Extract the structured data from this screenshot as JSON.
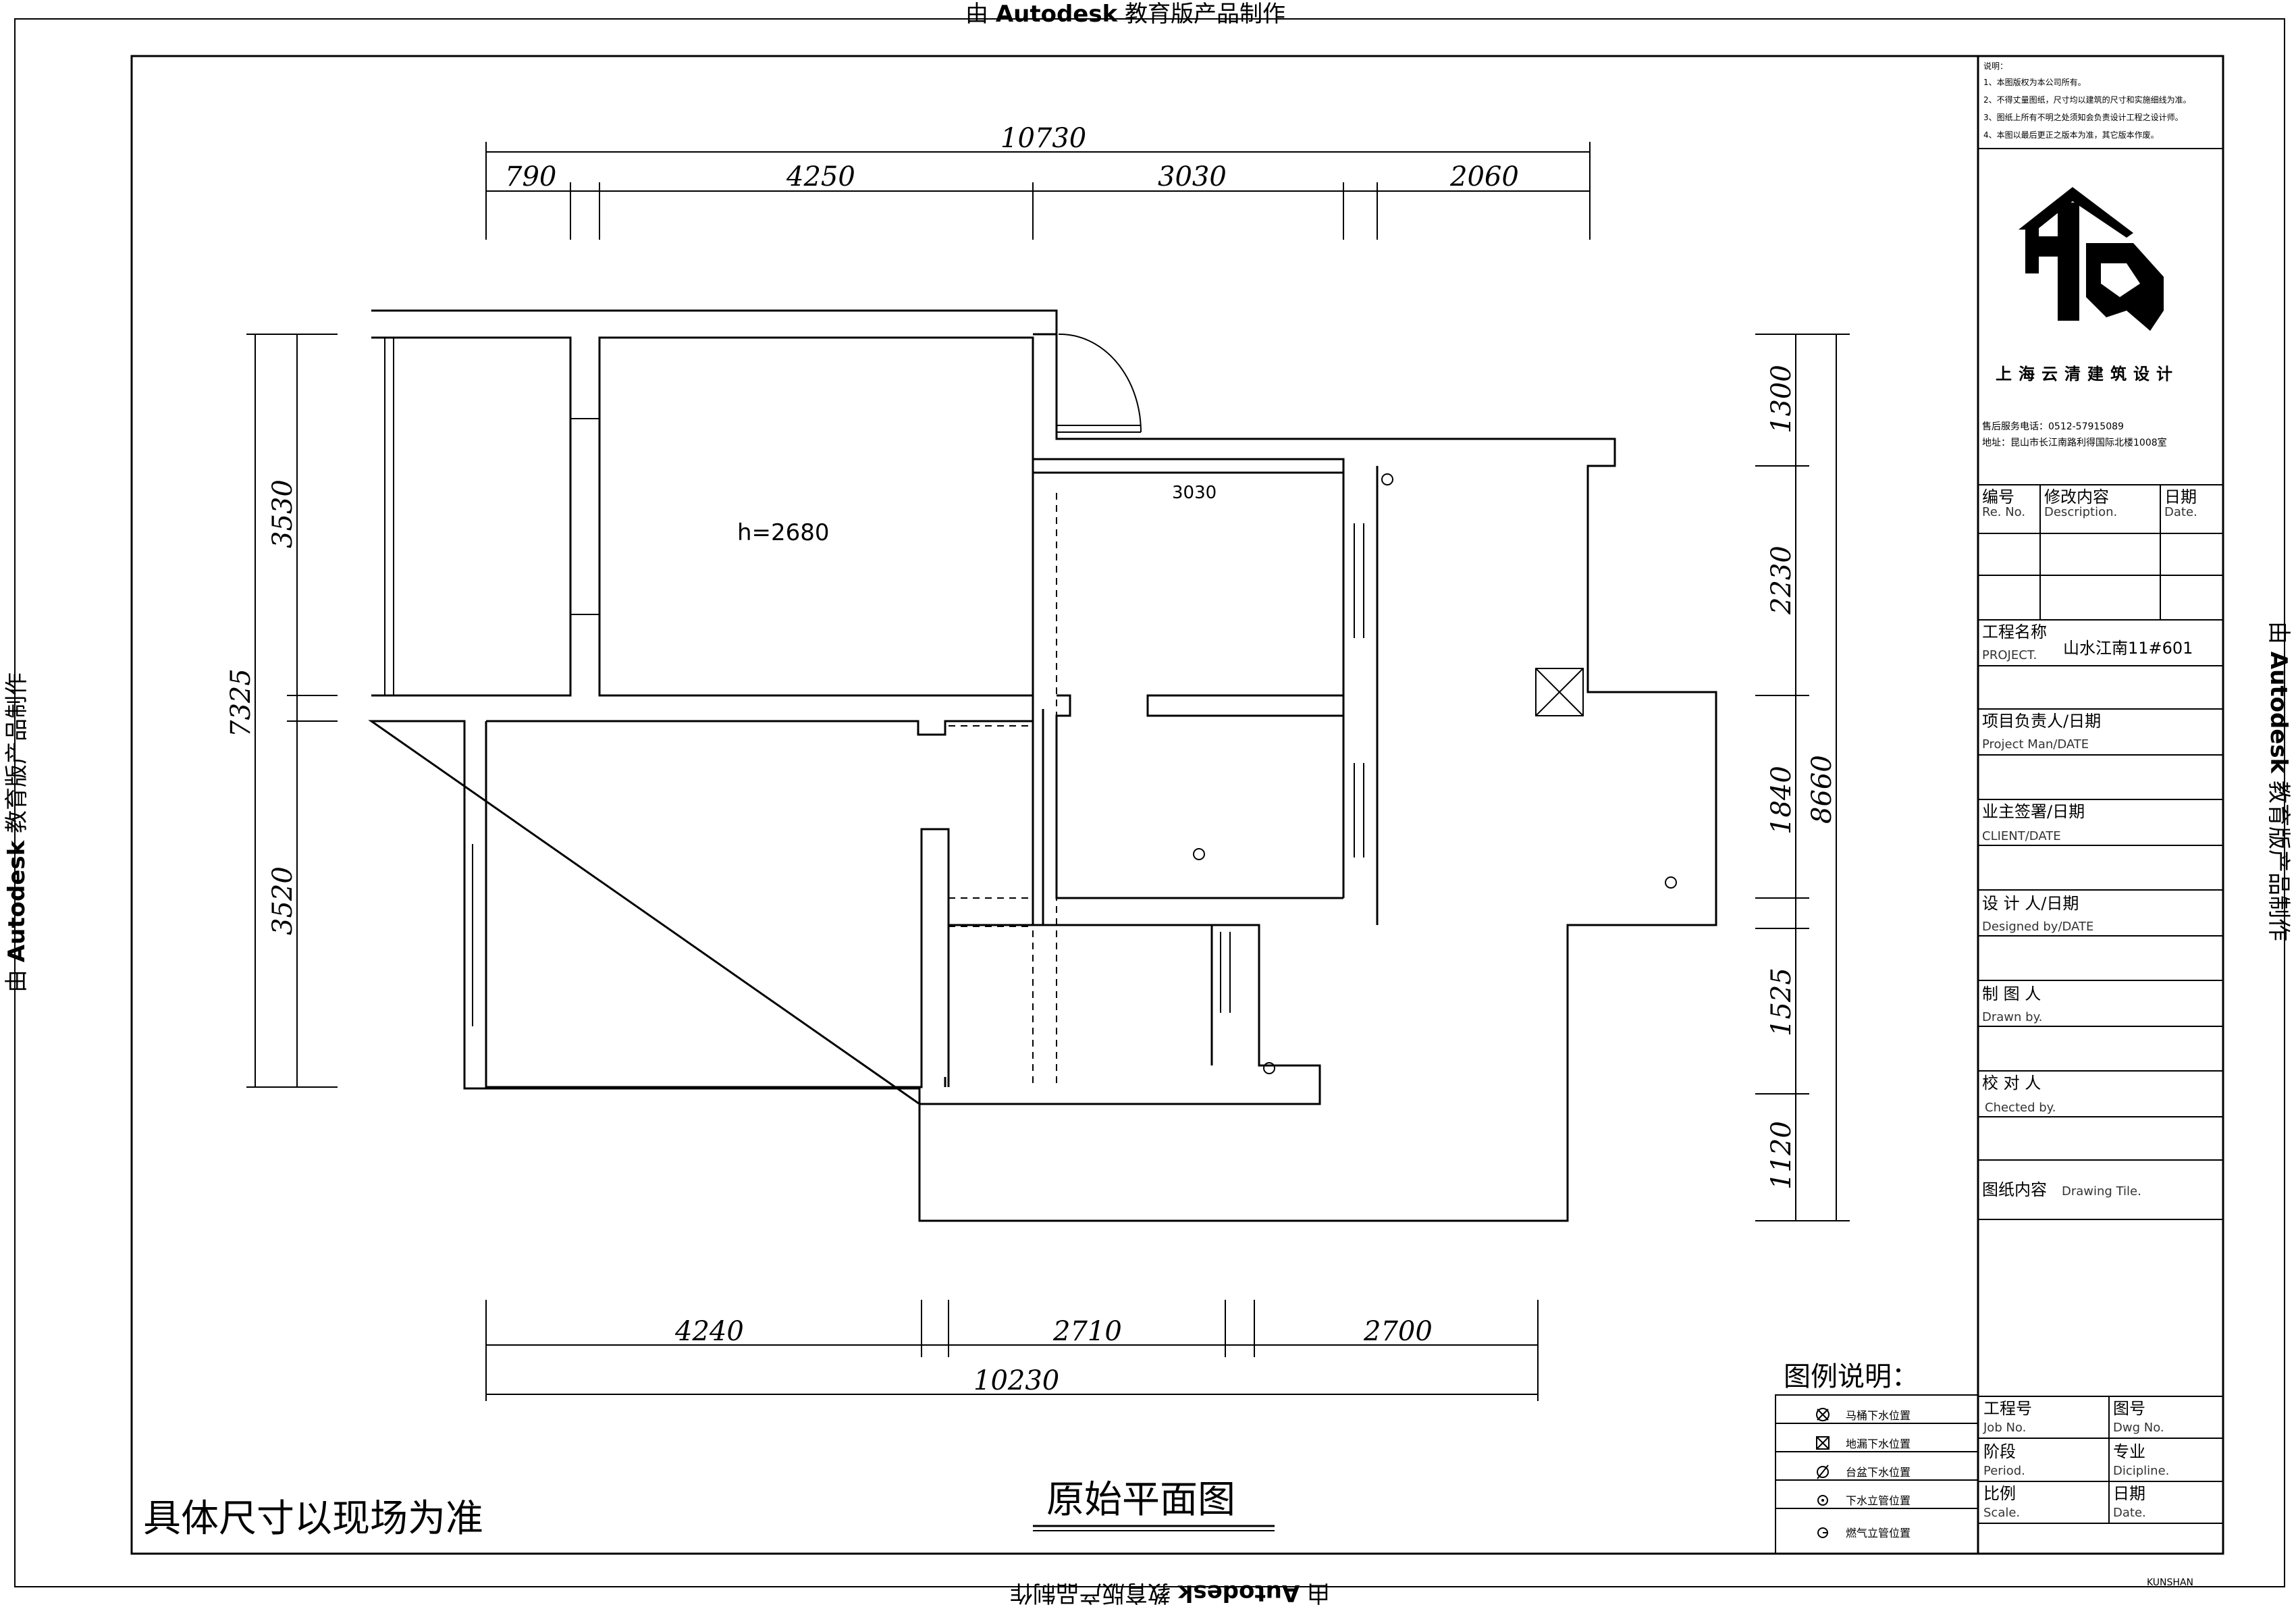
{
  "watermark": {
    "prefix": "由",
    "brand": "Autodesk",
    "suffix": "教育版产品制作"
  },
  "notes": {
    "heading": "说明：",
    "items": [
      "1、本图版权为本公司所有。",
      "2、不得丈量图纸，尺寸均以建筑的尺寸和实施细线为准。",
      "3、图纸上所有不明之处须知会负责设计工程之设计师。",
      "4、本图以最后更正之版本为准，其它版本作废。"
    ]
  },
  "company": {
    "name": "上海云清建筑设计",
    "phone": "售后服务电话：0512-57915089",
    "address": "地址：昆山市长江南路利得国际北楼1008室"
  },
  "revision_table": {
    "col_no": "编号",
    "col_no_en": "Re. No.",
    "col_desc": "修改内容",
    "col_desc_en": "Description.",
    "col_date": "日期",
    "col_date_en": "Date."
  },
  "project": {
    "label": "工程名称",
    "label_en": "PROJECT.",
    "value": "山水江南11#601"
  },
  "signoffs": [
    {
      "label": "项目负责人/日期",
      "en": "Project Man/DATE"
    },
    {
      "label": "业主签署/日期",
      "en": "CLIENT/DATE"
    },
    {
      "label": "设 计 人/日期",
      "en": "Designed by/DATE"
    },
    {
      "label": "制 图 人",
      "en": "Drawn by."
    },
    {
      "label": "校 对 人",
      "en": "Chected by."
    }
  ],
  "drawing_title_box": {
    "label": "图纸内容",
    "en": "Drawing Tile."
  },
  "bottom_table": {
    "job_no": "工程号",
    "job_no_en": "Job No.",
    "dwg_no": "图号",
    "dwg_no_en": "Dwg No.",
    "period": "阶段",
    "period_en": "Period.",
    "discipline": "专业",
    "discipline_en": "Dicipline.",
    "scale": "比例",
    "scale_en": "Scale.",
    "date": "日期",
    "date_en": "Date."
  },
  "legend": {
    "title": "图例说明：",
    "items": [
      "马桶下水位置",
      "地漏下水位置",
      "台盆下水位置",
      "下水立管位置",
      "燃气立管位置"
    ]
  },
  "plan": {
    "title": "原始平面图",
    "note": "具体尺寸以现场为准",
    "height_label": "h=2680",
    "inner_dim": "3030"
  },
  "dimensions": {
    "top_total": "10730",
    "top_segments": [
      "790",
      "4250",
      "3030",
      "2060"
    ],
    "bottom_segments": [
      "4240",
      "2710",
      "2700"
    ],
    "bottom_total": "10230",
    "left_total": "7325",
    "left_segments": [
      "3530",
      "3520"
    ],
    "right_total": "8660",
    "right_segments": [
      "1300",
      "2230",
      "1840",
      "1525",
      "1120"
    ]
  },
  "corner_mark": "KUNSHAN"
}
